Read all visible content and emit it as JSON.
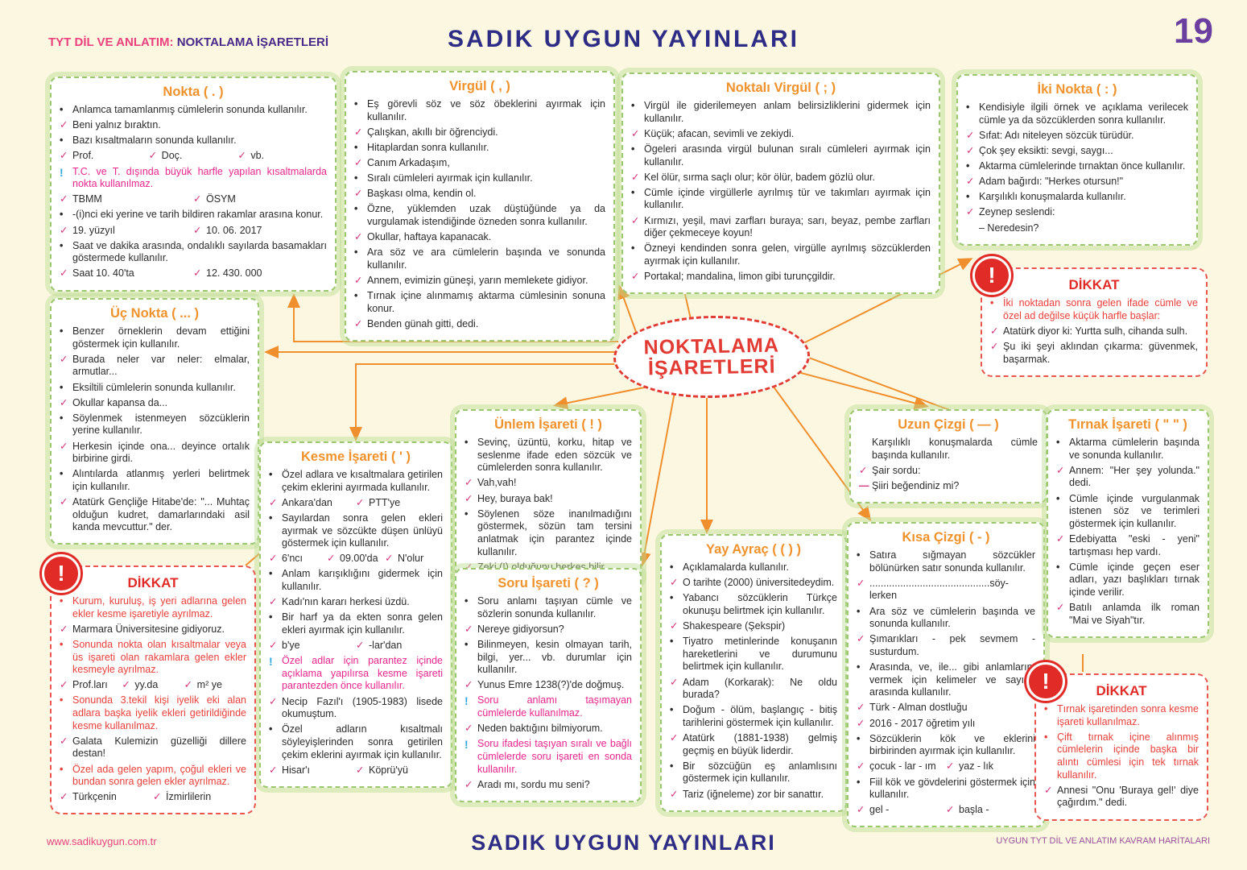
{
  "header": {
    "kicker_pink": "TYT DİL VE ANLATIM:",
    "kicker_purple": "NOKTALAMA İŞARETLERİ",
    "title": "SADIK UYGUN YAYINLARI",
    "page_number": "19"
  },
  "footer": {
    "website": "www.sadikuygun.com.tr",
    "title": "SADIK UYGUN YAYINLARI",
    "right": "UYGUN TYT DİL VE ANLATIM KAVRAM HARİTALARI"
  },
  "center": {
    "line1": "NOKTALAMA",
    "line2": "İŞARETLERİ"
  },
  "colors": {
    "background": "#fbf7e0",
    "box_border_green": "#9bc86f",
    "title_orange": "#f0922b",
    "check_pink": "#d4307c",
    "warning_blue": "#2fa8e0",
    "warning_pink": "#e8258d",
    "dikkat_red": "#e02b27",
    "connector_orange": "#ef8f2e",
    "header_navy": "#2e2d86"
  },
  "boxes": {
    "nokta": {
      "title": "Nokta ( . )",
      "lines": [
        {
          "m": "b",
          "t": "Anlamca tamamlanmış cümlelerin sonunda kullanılır."
        },
        {
          "m": "c",
          "t": "Beni yalnız bıraktın."
        },
        {
          "m": "b",
          "t": "Bazı kısaltmaların sonunda kullanılır."
        },
        {
          "m": "r",
          "items": [
            "Prof.",
            "Doç.",
            "vb."
          ]
        },
        {
          "m": "w",
          "t": "T.C. ve T. dışında büyük harfle yapılan kısaltmalarda nokta kullanılmaz."
        },
        {
          "m": "r",
          "items": [
            "TBMM",
            "ÖSYM"
          ]
        },
        {
          "m": "b",
          "t": "-(i)nci eki yerine ve tarih bildiren rakamlar arasına konur."
        },
        {
          "m": "r",
          "items": [
            "19. yüzyıl",
            "10. 06. 2017"
          ]
        },
        {
          "m": "b",
          "t": "Saat ve dakika arasında, ondalıklı sayılarda basamakları göstermede kullanılır."
        },
        {
          "m": "r",
          "items": [
            "Saat 10. 40'ta",
            "12. 430. 000"
          ]
        }
      ]
    },
    "virgul": {
      "title": "Virgül ( , )",
      "lines": [
        {
          "m": "b",
          "t": "Eş görevli söz ve söz öbeklerini ayırmak için kullanılır."
        },
        {
          "m": "c",
          "t": "Çalışkan, akıllı bir öğrenciydi."
        },
        {
          "m": "b",
          "t": "Hitaplardan sonra kullanılır."
        },
        {
          "m": "c",
          "t": "Canım Arkadaşım,"
        },
        {
          "m": "b",
          "t": "Sıralı cümleleri ayırmak için kullanılır."
        },
        {
          "m": "c",
          "t": "Başkası olma, kendin ol."
        },
        {
          "m": "b",
          "t": "Özne, yüklemden uzak düştüğünde ya da vurgulamak istendiğinde özneden sonra kullanılır."
        },
        {
          "m": "c",
          "t": "Okullar, haftaya kapanacak."
        },
        {
          "m": "b",
          "t": "Ara söz ve ara cümlelerin başında ve sonunda kullanılır."
        },
        {
          "m": "c",
          "t": "Annem, evimizin güneşi, yarın memlekete gidiyor."
        },
        {
          "m": "b",
          "t": "Tırnak içine alınmamış aktarma cümlesinin sonuna konur."
        },
        {
          "m": "c",
          "t": "Benden günah gitti, dedi."
        }
      ]
    },
    "noktali_virgul": {
      "title": "Noktalı Virgül ( ; )",
      "lines": [
        {
          "m": "b",
          "t": "Virgül ile giderilemeyen anlam belirsizliklerini gidermek için kullanılır."
        },
        {
          "m": "c",
          "t": "Küçük; afacan, sevimli ve zekiydi."
        },
        {
          "m": "b",
          "t": "Ögeleri arasında virgül bulunan sıralı cümleleri ayırmak için kullanılır."
        },
        {
          "m": "c",
          "t": "Kel ölür, sırma saçlı olur; kör ölür, badem gözlü olur."
        },
        {
          "m": "b",
          "t": "Cümle içinde virgüllerle ayrılmış tür ve takımları ayırmak için kullanılır."
        },
        {
          "m": "c",
          "t": "Kırmızı, yeşil, mavi zarfları buraya; sarı, beyaz, pembe zarfları diğer çekmeceye koyun!"
        },
        {
          "m": "b",
          "t": "Özneyi kendinden sonra gelen, virgülle ayrılmış sözcüklerden ayırmak için kullanılır."
        },
        {
          "m": "c",
          "t": "Portakal; mandalina, limon gibi turunçgildir."
        }
      ]
    },
    "iki_nokta": {
      "title": "İki Nokta ( : )",
      "lines": [
        {
          "m": "b",
          "t": "Kendisiyle ilgili örnek ve açıklama verilecek cümle ya da sözcüklerden sonra kullanılır."
        },
        {
          "m": "c",
          "t": "Sıfat: Adı niteleyen sözcük türüdür."
        },
        {
          "m": "c",
          "t": "Çok şey eksikti: sevgi, saygı..."
        },
        {
          "m": "b",
          "t": "Aktarma cümlelerinde tırnaktan önce kullanılır."
        },
        {
          "m": "c",
          "t": "Adam bağırdı: \"Herkes otursun!\""
        },
        {
          "m": "b",
          "t": "Karşılıklı konuşmalarda kullanılır."
        },
        {
          "m": "c",
          "t": "Zeynep seslendi:"
        },
        {
          "m": "n",
          "t": "– Neredesin?"
        }
      ]
    },
    "dikkat_iki_nokta": {
      "title": "DİKKAT",
      "lines": [
        {
          "m": "rb",
          "t": "İki noktadan sonra gelen ifade cümle ve özel ad değilse küçük harfle başlar:"
        },
        {
          "m": "c",
          "t": "Atatürk diyor ki: Yurtta sulh, cihanda sulh."
        },
        {
          "m": "c",
          "t": "Şu iki şeyi aklından çıkarma: güvenmek, başarmak."
        }
      ]
    },
    "uc_nokta": {
      "title": "Üç Nokta ( ... )",
      "lines": [
        {
          "m": "b",
          "t": "Benzer örneklerin devam ettiğini göstermek için kullanılır."
        },
        {
          "m": "c",
          "t": "Burada neler var neler: elmalar, armutlar..."
        },
        {
          "m": "b",
          "t": "Eksiltili cümlelerin sonunda kullanılır."
        },
        {
          "m": "c",
          "t": "Okullar kapansa da..."
        },
        {
          "m": "b",
          "t": "Söylenmek istenmeyen sözcüklerin yerine kullanılır."
        },
        {
          "m": "c",
          "t": "Herkesin içinde ona... deyince ortalık birbirine girdi."
        },
        {
          "m": "b",
          "t": "Alıntılarda atlanmış yerleri belirtmek için kullanılır."
        },
        {
          "m": "c",
          "t": "Atatürk Gençliğe Hitabe'de: \"... Muhtaç olduğun kudret, damarlarındaki asil kanda mevcuttur.\" der."
        }
      ]
    },
    "kesme": {
      "title": "Kesme İşareti ( ' )",
      "lines": [
        {
          "m": "b",
          "t": "Özel adlara ve kısaltmalara getirilen çekim eklerini ayırmada kullanılır."
        },
        {
          "m": "r",
          "items": [
            "Ankara'dan",
            "PTT'ye"
          ]
        },
        {
          "m": "b",
          "t": "Sayılardan sonra gelen ekleri ayırmak ve sözcükte düşen ünlüyü göstermek için kullanılır."
        },
        {
          "m": "r",
          "items": [
            "6'ncı",
            "09.00'da",
            "N'olur"
          ]
        },
        {
          "m": "b",
          "t": "Anlam karışıklığını gidermek için kullanılır."
        },
        {
          "m": "c",
          "t": "Kadı'nın kararı herkesi üzdü."
        },
        {
          "m": "b",
          "t": "Bir harf ya da ekten sonra gelen ekleri ayırmak için kullanılır."
        },
        {
          "m": "r",
          "items": [
            "b'ye",
            "-lar'dan"
          ]
        },
        {
          "m": "w",
          "t": "Özel adlar için parantez içinde açıklama yapılırsa kesme işareti parantezden önce kullanılır."
        },
        {
          "m": "c",
          "t": "Necip Fazıl'ı (1905-1983) lisede okumuştum."
        },
        {
          "m": "b",
          "t": "Özel adların kısaltmalı söyleyişlerinden sonra getirilen çekim eklerini ayırmak için kullanılır."
        },
        {
          "m": "r",
          "items": [
            "Hisar'ı",
            "Köprü'yü"
          ]
        }
      ]
    },
    "unlem": {
      "title": "Ünlem İşareti ( ! )",
      "lines": [
        {
          "m": "b",
          "t": "Sevinç, üzüntü, korku, hitap ve seslenme ifade eden sözcük ve cümlelerden sonra kullanılır."
        },
        {
          "m": "c",
          "t": "Vah,vah!"
        },
        {
          "m": "c",
          "t": "Hey, buraya bak!"
        },
        {
          "m": "b",
          "t": "Söylenen söze inanılmadığını göstermek, sözün tam tersini anlatmak için parantez içinde kullanılır."
        },
        {
          "m": "c",
          "t": "Zeki (!) olduğunu herkes bilir."
        }
      ]
    },
    "soru": {
      "title": "Soru İşareti ( ? )",
      "lines": [
        {
          "m": "b",
          "t": "Soru anlamı taşıyan cümle ve sözlerin sonunda kullanılır."
        },
        {
          "m": "c",
          "t": "Nereye gidiyorsun?"
        },
        {
          "m": "b",
          "t": "Bilinmeyen, kesin olmayan tarih, bilgi, yer... vb. durumlar için kullanılır."
        },
        {
          "m": "c",
          "t": "Yunus Emre 1238(?)'de doğmuş."
        },
        {
          "m": "w",
          "t": "Soru anlamı taşımayan cümlelerde kullanılmaz."
        },
        {
          "m": "c",
          "t": "Neden baktığını bilmiyorum."
        },
        {
          "m": "w",
          "t": "Soru ifadesi taşıyan sıralı ve bağlı cümlelerde soru işareti en sonda kullanılır."
        },
        {
          "m": "c",
          "t": "Aradı mı, sordu mu seni?"
        }
      ]
    },
    "yay_ayrac": {
      "title": "Yay Ayraç ( ( ) )",
      "lines": [
        {
          "m": "b",
          "t": "Açıklamalarda kullanılır."
        },
        {
          "m": "c",
          "t": "O tarihte (2000) üniversitedeydim."
        },
        {
          "m": "b",
          "t": "Yabancı sözcüklerin Türkçe okunuşu belirtmek için kullanılır."
        },
        {
          "m": "c",
          "t": "Shakespeare (Şekspir)"
        },
        {
          "m": "b",
          "t": "Tiyatro metinlerinde konuşanın hareketlerini ve durumunu belirtmek için kullanılır."
        },
        {
          "m": "c",
          "t": "Adam (Korkarak): Ne oldu burada?"
        },
        {
          "m": "b",
          "t": "Doğum - ölüm, başlangıç - bitiş tarihlerini göstermek için kullanılır."
        },
        {
          "m": "c",
          "t": "Atatürk (1881-1938) gelmiş geçmiş en büyük liderdir."
        },
        {
          "m": "b",
          "t": "Bir sözcüğün eş anlamlısını göstermek için kullanılır."
        },
        {
          "m": "c",
          "t": "Tariz (iğneleme) zor bir sanattır."
        }
      ]
    },
    "uzun_cizgi": {
      "title": "Uzun Çizgi ( — )",
      "lines": [
        {
          "m": "n",
          "t": "Karşılıklı konuşmalarda cümle başında kullanılır."
        },
        {
          "m": "c",
          "t": "Şair sordu:"
        },
        {
          "m": "d",
          "t": "Şiiri beğendiniz mi?"
        }
      ]
    },
    "kisa_cizgi": {
      "title": "Kısa Çizgi ( - )",
      "lines": [
        {
          "m": "b",
          "t": "Satıra sığmayan sözcükler bölünürken satır sonunda kullanılır."
        },
        {
          "m": "c",
          "t": "...........................................söy- lerken"
        },
        {
          "m": "b",
          "t": "Ara söz ve cümlelerin başında ve sonunda kullanılır."
        },
        {
          "m": "c",
          "t": "Şımarıkları - pek sevmem - susturdum."
        },
        {
          "m": "b",
          "t": "Arasında, ve, ile... gibi anlamlarını vermek için kelimeler ve sayılar arasında kullanılır."
        },
        {
          "m": "c",
          "t": "Türk - Alman dostluğu"
        },
        {
          "m": "c",
          "t": "2016 - 2017 öğretim yılı"
        },
        {
          "m": "b",
          "t": "Sözcüklerin kök ve eklerini birbirinden ayırmak için kullanılır."
        },
        {
          "m": "r",
          "items": [
            "çocuk - lar - ım",
            "yaz - lık"
          ]
        },
        {
          "m": "b",
          "t": "Fiil kök ve gövdelerini göstermek için kullanılır."
        },
        {
          "m": "r",
          "items": [
            "gel -",
            "başla -"
          ]
        }
      ]
    },
    "tirnak": {
      "title": "Tırnak İşareti ( \" \" )",
      "lines": [
        {
          "m": "b",
          "t": "Aktarma cümlelerin başında ve sonunda kullanılır."
        },
        {
          "m": "c",
          "t": "Annem: \"Her şey yolunda.\" dedi."
        },
        {
          "m": "b",
          "t": "Cümle içinde vurgulanmak istenen söz ve terimleri göstermek için kullanılır."
        },
        {
          "m": "c",
          "t": "Edebiyatta \"eski - yeni\" tartışması hep vardı."
        },
        {
          "m": "b",
          "t": "Cümle içinde geçen eser adları, yazı başlıkları tırnak içinde verilir."
        },
        {
          "m": "c",
          "t": "Batılı anlamda ilk roman \"Mai ve Siyah\"tır."
        }
      ]
    },
    "dikkat_tirnak": {
      "title": "DİKKAT",
      "lines": [
        {
          "m": "rb",
          "t": "Tırnak işaretinden sonra kesme işareti kullanılmaz."
        },
        {
          "m": "rb",
          "t": "Çift tırnak içine alınmış cümlelerin içinde başka bir alıntı cümlesi için tek tırnak kullanılır."
        },
        {
          "m": "c",
          "t": "Annesi \"Onu 'Buraya gel!' diye çağırdım.\" dedi."
        }
      ]
    },
    "dikkat_kesme": {
      "title": "DİKKAT",
      "lines": [
        {
          "m": "rb",
          "t": "Kurum, kuruluş, iş yeri adlarına gelen ekler kesme işaretiyle ayrılmaz."
        },
        {
          "m": "c",
          "t": "Marmara Üniversitesine gidiyoruz."
        },
        {
          "m": "rb",
          "t": "Sonunda nokta olan kısaltmalar veya üs işareti olan rakamlara gelen ekler kesmeyle ayrılmaz."
        },
        {
          "m": "r",
          "items": [
            "Prof.ları",
            "yy.da",
            "m² ye"
          ]
        },
        {
          "m": "rb",
          "t": "Sonunda 3.tekil kişi iyelik eki alan adlara başka iyelik ekleri getirildiğinde kesme kullanılmaz."
        },
        {
          "m": "c",
          "t": "Galata Kulemizin güzelliği dillere destan!"
        },
        {
          "m": "rb",
          "t": "Özel ada gelen yapım, çoğul ekleri ve bundan sonra gelen ekler ayrılmaz."
        },
        {
          "m": "r",
          "items": [
            "Türkçenin",
            "İzmirlilerin"
          ]
        }
      ]
    }
  }
}
